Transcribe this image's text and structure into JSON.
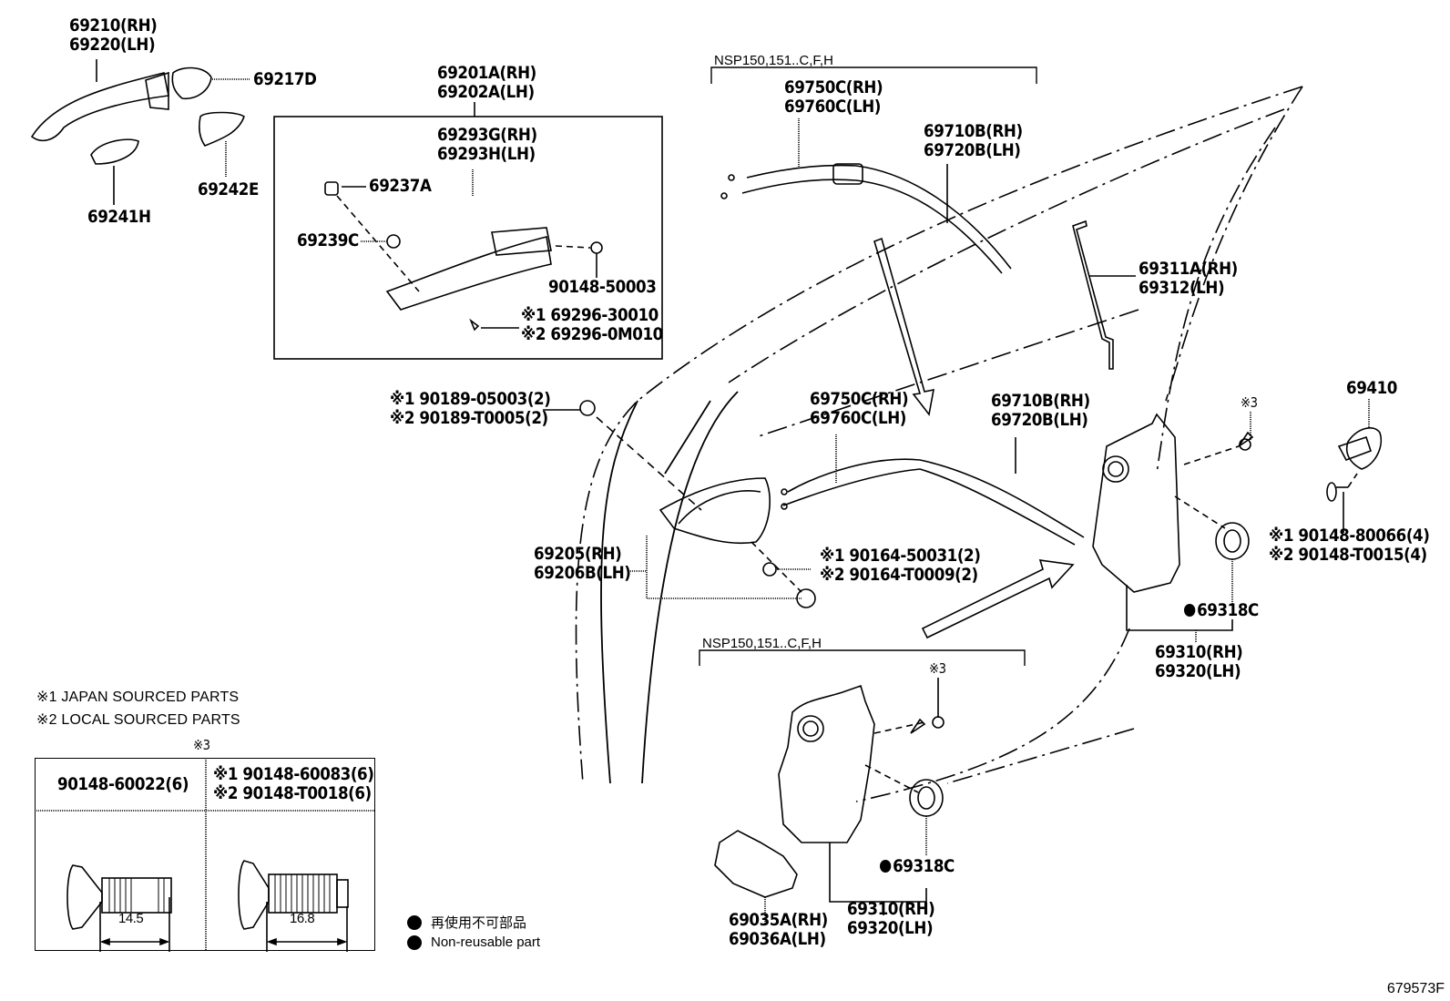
{
  "diagram": {
    "type": "exploded parts diagram",
    "subject": "Front door lock & handle assembly",
    "drawing_code": "679573F"
  },
  "labels": {
    "outer_handle": [
      "69210(RH)",
      "69220(LH)"
    ],
    "handle_cap": "69217D",
    "handle_pad_front": "69241H",
    "handle_pad_rear": "69242E",
    "frame_assy": [
      "69201A(RH)",
      "69202A(LH)"
    ],
    "frame_sub": [
      "69293G(RH)",
      "69293H(LH)"
    ],
    "cap_69237A": "69237A",
    "cap_69239C": "69239C",
    "bolt_90148_50003": "90148-50003",
    "screw_69296": [
      "※1 69296-30010",
      "※2 69296-0M010"
    ],
    "bracket_group_top": "NSP150,151..C,F,H",
    "cable_upper_a": [
      "69750C(RH)",
      "69760C(LH)"
    ],
    "cable_upper_b": [
      "69710B(RH)",
      "69720B(LH)"
    ],
    "rod": [
      "69311A(RH)",
      "69312(LH)"
    ],
    "clip_90189": [
      "※1 90189-05003(2)",
      "※2 90189-T0005(2)"
    ],
    "cable_lower_a": [
      "69750C(RH)",
      "69760C(LH)"
    ],
    "cable_lower_b": [
      "69710B(RH)",
      "69720B(LH)"
    ],
    "inner_handle": [
      "69205(RH)",
      "69206B(LH)"
    ],
    "screw_90164": [
      "※1 90164-50031(2)",
      "※2 90164-T0009(2)"
    ],
    "note_3_upper": "※3",
    "striker": "69410",
    "screw_90148_striker": [
      "※1 90148-80066(4)",
      "※2 90148-T0015(4)"
    ],
    "seal_upper": "69318C",
    "lock_upper": [
      "69310(RH)",
      "69320(LH)"
    ],
    "bracket_group_bottom": "NSP150,151..C,F,H",
    "note_3_lower": "※3",
    "seal_lower": "69318C",
    "lock_lower": [
      "69310(RH)",
      "69320(LH)"
    ],
    "cover": [
      "69035A(RH)",
      "69036A(LH)"
    ]
  },
  "notes": {
    "note1": "※1 JAPAN SOURCED PARTS",
    "note2": "※2 LOCAL SOURCED PARTS",
    "table_title": "※3",
    "table": {
      "col1_part": "90148-60022(6)",
      "col2_parts": [
        "※1 90148-60083(6)",
        "※2 90148-T0018(6)"
      ],
      "col1_dim": "14.5",
      "col2_dim": "16.8"
    }
  },
  "legend": {
    "non_reusable_jp": "再使用不可部品",
    "non_reusable_en": "Non-reusable part"
  }
}
